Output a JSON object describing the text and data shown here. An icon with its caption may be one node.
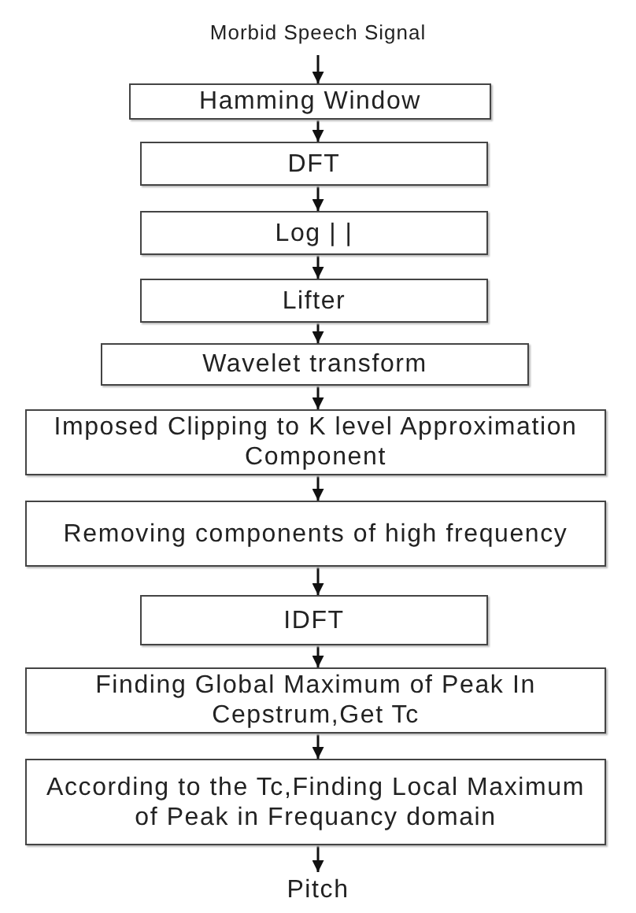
{
  "diagram": {
    "nodes": [
      {
        "text": [
          "Morbid Speech Signal"
        ]
      },
      {
        "text": [
          "Hamming Window"
        ]
      },
      {
        "text": [
          "DFT"
        ]
      },
      {
        "text": [
          "Log | |"
        ]
      },
      {
        "text": [
          "Lifter"
        ]
      },
      {
        "text": [
          "Wavelet transform"
        ]
      },
      {
        "text": [
          "Imposed Clipping to K level Approximation Component"
        ]
      },
      {
        "text": [
          "Removing components of high frequency"
        ]
      },
      {
        "text": [
          "IDFT"
        ]
      },
      {
        "text": [
          "Finding Global Maximum of Peak In Cepstrum,Get Tc"
        ]
      },
      {
        "text": [
          "According to the Tc,Finding Local Maximum of Peak in Frequancy domain"
        ]
      },
      {
        "text": [
          "Pitch"
        ]
      }
    ],
    "edges": [
      {
        "from": 0,
        "to": 1,
        "arrow": "to"
      },
      {
        "from": 1,
        "to": 2,
        "arrow": "to"
      },
      {
        "from": 2,
        "to": 3,
        "arrow": "to"
      },
      {
        "from": 3,
        "to": 4,
        "arrow": "to"
      },
      {
        "from": 4,
        "to": 5,
        "arrow": "to"
      },
      {
        "from": 5,
        "to": 6,
        "arrow": "to"
      },
      {
        "from": 6,
        "to": 7,
        "arrow": "to"
      },
      {
        "from": 7,
        "to": 8,
        "arrow": "to"
      },
      {
        "from": 8,
        "to": 9,
        "arrow": "to"
      },
      {
        "from": 9,
        "to": 10,
        "arrow": "to"
      },
      {
        "from": 10,
        "to": 11,
        "arrow": "to"
      }
    ]
  }
}
